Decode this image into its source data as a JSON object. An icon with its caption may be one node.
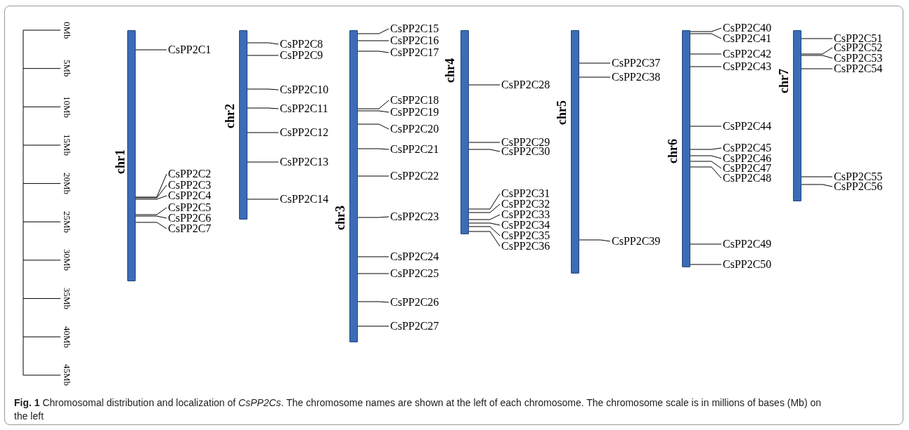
{
  "diagram": {
    "caption": "**Fig. 1** Chromosomal distribution and localization of *CsPP2Cs*. The chromosome names are shown at the left of each chromosome. The chromosome scale is in millions of bases (Mb) on the left",
    "nodes": [
      {
        "text": [
          "chr1"
        ]
      },
      {
        "text": [
          "CsPP2C1"
        ]
      },
      {
        "text": [
          "CsPP2C2"
        ]
      },
      {
        "text": [
          "CsPP2C3"
        ]
      },
      {
        "text": [
          "CsPP2C4"
        ]
      },
      {
        "text": [
          "CsPP2C5"
        ]
      },
      {
        "text": [
          "CsPP2C6"
        ]
      },
      {
        "text": [
          "CsPP2C7"
        ]
      },
      {
        "text": [
          "chr2"
        ]
      },
      {
        "text": [
          "CsPP2C8"
        ]
      },
      {
        "text": [
          "CsPP2C9"
        ]
      },
      {
        "text": [
          "CsPP2C10"
        ]
      },
      {
        "text": [
          "CsPP2C11"
        ]
      },
      {
        "text": [
          "CsPP2C12"
        ]
      },
      {
        "text": [
          "CsPP2C13"
        ]
      },
      {
        "text": [
          "CsPP2C14"
        ]
      },
      {
        "text": [
          "chr3"
        ]
      },
      {
        "text": [
          "CsPP2C15"
        ]
      },
      {
        "text": [
          "CsPP2C16"
        ]
      },
      {
        "text": [
          "CsPP2C17"
        ]
      },
      {
        "text": [
          "CsPP2C18"
        ]
      },
      {
        "text": [
          "CsPP2C19"
        ]
      },
      {
        "text": [
          "CsPP2C20"
        ]
      },
      {
        "text": [
          "CsPP2C21"
        ]
      },
      {
        "text": [
          "CsPP2C22"
        ]
      },
      {
        "text": [
          "CsPP2C23"
        ]
      },
      {
        "text": [
          "CsPP2C24"
        ]
      },
      {
        "text": [
          "CsPP2C25"
        ]
      },
      {
        "text": [
          "CsPP2C26"
        ]
      },
      {
        "text": [
          "CsPP2C27"
        ]
      },
      {
        "text": [
          "chr4"
        ]
      },
      {
        "text": [
          "CsPP2C28"
        ]
      },
      {
        "text": [
          "CsPP2C29"
        ]
      },
      {
        "text": [
          "CsPP2C30"
        ]
      },
      {
        "text": [
          "CsPP2C31"
        ]
      },
      {
        "text": [
          "CsPP2C32"
        ]
      },
      {
        "text": [
          "CsPP2C33"
        ]
      },
      {
        "text": [
          "CsPP2C34"
        ]
      },
      {
        "text": [
          "CsPP2C35"
        ]
      },
      {
        "text": [
          "CsPP2C36"
        ]
      },
      {
        "text": [
          "chr5"
        ]
      },
      {
        "text": [
          "CsPP2C37"
        ]
      },
      {
        "text": [
          "CsPP2C38"
        ]
      },
      {
        "text": [
          "CsPP2C39"
        ]
      },
      {
        "text": [
          "chr6"
        ]
      },
      {
        "text": [
          "CsPP2C40"
        ]
      },
      {
        "text": [
          "CsPP2C41"
        ]
      },
      {
        "text": [
          "CsPP2C42"
        ]
      },
      {
        "text": [
          "CsPP2C43"
        ]
      },
      {
        "text": [
          "CsPP2C44"
        ]
      },
      {
        "text": [
          "CsPP2C45"
        ]
      },
      {
        "text": [
          "CsPP2C46"
        ]
      },
      {
        "text": [
          "CsPP2C47"
        ]
      },
      {
        "text": [
          "CsPP2C48"
        ]
      },
      {
        "text": [
          "CsPP2C49"
        ]
      },
      {
        "text": [
          "CsPP2C50"
        ]
      },
      {
        "text": [
          "chr7"
        ]
      },
      {
        "text": [
          "CsPP2C51"
        ]
      },
      {
        "text": [
          "CsPP2C52"
        ]
      },
      {
        "text": [
          "CsPP2C53"
        ]
      },
      {
        "text": [
          "CsPP2C54"
        ]
      },
      {
        "text": [
          "CsPP2C55"
        ]
      },
      {
        "text": [
          "CsPP2C56"
        ]
      }
    ],
    "edges": [
      {
        "from": 1,
        "to": 0,
        "arrow": "none"
      },
      {
        "from": 2,
        "to": 0,
        "arrow": "none"
      },
      {
        "from": 3,
        "to": 0,
        "arrow": "none"
      },
      {
        "from": 4,
        "to": 0,
        "arrow": "none"
      },
      {
        "from": 5,
        "to": 0,
        "arrow": "none"
      },
      {
        "from": 6,
        "to": 0,
        "arrow": "none"
      },
      {
        "from": 7,
        "to": 0,
        "arrow": "none"
      },
      {
        "from": 9,
        "to": 8,
        "arrow": "none"
      },
      {
        "from": 10,
        "to": 8,
        "arrow": "none"
      },
      {
        "from": 11,
        "to": 8,
        "arrow": "none"
      },
      {
        "from": 12,
        "to": 8,
        "arrow": "none"
      },
      {
        "from": 13,
        "to": 8,
        "arrow": "none"
      },
      {
        "from": 14,
        "to": 8,
        "arrow": "none"
      },
      {
        "from": 15,
        "to": 8,
        "arrow": "none"
      },
      {
        "from": 17,
        "to": 16,
        "arrow": "none"
      },
      {
        "from": 18,
        "to": 16,
        "arrow": "none"
      },
      {
        "from": 19,
        "to": 16,
        "arrow": "none"
      },
      {
        "from": 20,
        "to": 16,
        "arrow": "none"
      },
      {
        "from": 21,
        "to": 16,
        "arrow": "none"
      },
      {
        "from": 22,
        "to": 16,
        "arrow": "none"
      },
      {
        "from": 23,
        "to": 16,
        "arrow": "none"
      },
      {
        "from": 24,
        "to": 16,
        "arrow": "none"
      },
      {
        "from": 25,
        "to": 16,
        "arrow": "none"
      },
      {
        "from": 26,
        "to": 16,
        "arrow": "none"
      },
      {
        "from": 27,
        "to": 16,
        "arrow": "none"
      },
      {
        "from": 28,
        "to": 16,
        "arrow": "none"
      },
      {
        "from": 29,
        "to": 16,
        "arrow": "none"
      },
      {
        "from": 31,
        "to": 30,
        "arrow": "none"
      },
      {
        "from": 32,
        "to": 30,
        "arrow": "none"
      },
      {
        "from": 33,
        "to": 30,
        "arrow": "none"
      },
      {
        "from": 34,
        "to": 30,
        "arrow": "none"
      },
      {
        "from": 35,
        "to": 30,
        "arrow": "none"
      },
      {
        "from": 36,
        "to": 30,
        "arrow": "none"
      },
      {
        "from": 37,
        "to": 30,
        "arrow": "none"
      },
      {
        "from": 38,
        "to": 30,
        "arrow": "none"
      },
      {
        "from": 39,
        "to": 30,
        "arrow": "none"
      },
      {
        "from": 41,
        "to": 40,
        "arrow": "none"
      },
      {
        "from": 42,
        "to": 40,
        "arrow": "none"
      },
      {
        "from": 43,
        "to": 40,
        "arrow": "none"
      },
      {
        "from": 45,
        "to": 44,
        "arrow": "none"
      },
      {
        "from": 46,
        "to": 44,
        "arrow": "none"
      },
      {
        "from": 47,
        "to": 44,
        "arrow": "none"
      },
      {
        "from": 48,
        "to": 44,
        "arrow": "none"
      },
      {
        "from": 49,
        "to": 44,
        "arrow": "none"
      },
      {
        "from": 50,
        "to": 44,
        "arrow": "none"
      },
      {
        "from": 51,
        "to": 44,
        "arrow": "none"
      },
      {
        "from": 52,
        "to": 44,
        "arrow": "none"
      },
      {
        "from": 53,
        "to": 44,
        "arrow": "none"
      },
      {
        "from": 54,
        "to": 44,
        "arrow": "none"
      },
      {
        "from": 55,
        "to": 44,
        "arrow": "none"
      },
      {
        "from": 57,
        "to": 56,
        "arrow": "none"
      },
      {
        "from": 58,
        "to": 56,
        "arrow": "none"
      },
      {
        "from": 59,
        "to": 56,
        "arrow": "none"
      },
      {
        "from": 60,
        "to": 56,
        "arrow": "none"
      },
      {
        "from": 61,
        "to": 56,
        "arrow": "none"
      },
      {
        "from": 62,
        "to": 56,
        "arrow": "none"
      }
    ],
    "labels": [
      "0Mb",
      "5Mb",
      "10Mb",
      "15Mb",
      "20Mb",
      "25Mb",
      "30Mb",
      "35Mb",
      "40Mb",
      "45Mb"
    ]
  }
}
